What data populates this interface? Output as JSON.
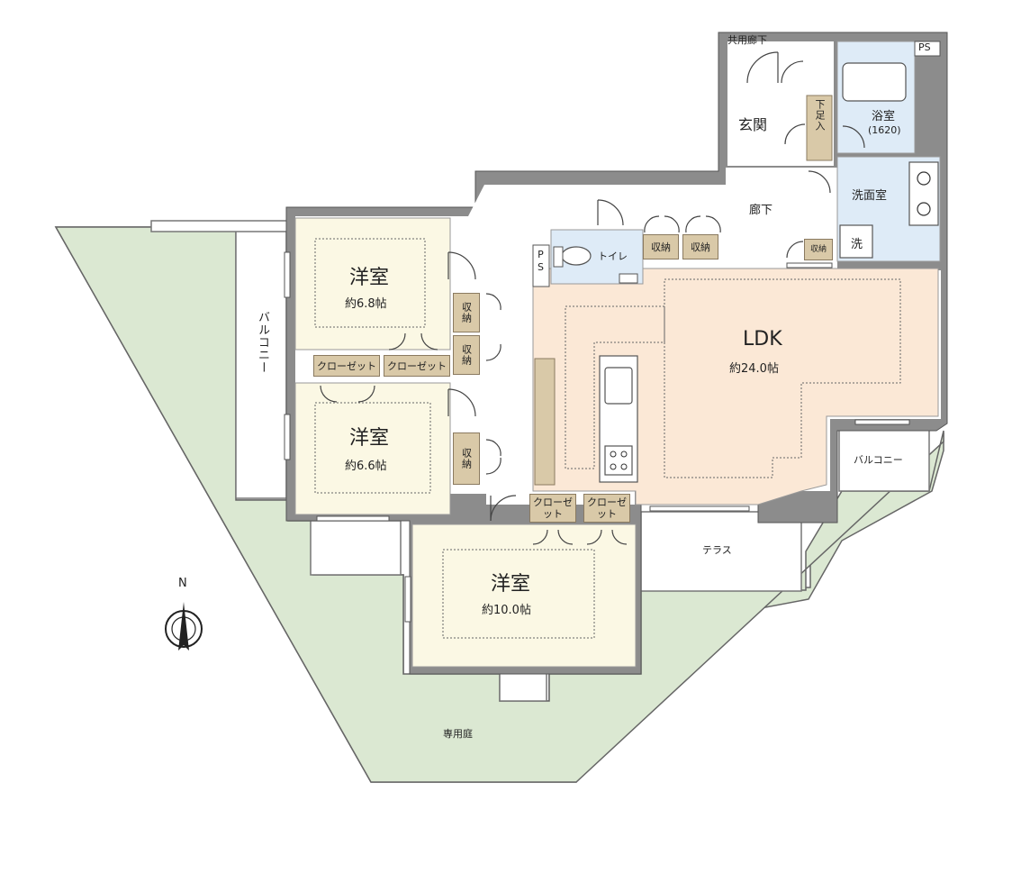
{
  "rooms": {
    "western_1": {
      "name": "洋室",
      "size": "約6.8帖"
    },
    "western_2": {
      "name": "洋室",
      "size": "約6.6帖"
    },
    "western_3": {
      "name": "洋室",
      "size": "約10.0帖"
    },
    "ldk": {
      "name": "LDK",
      "size": "約24.0帖"
    },
    "entrance": {
      "name": "玄関"
    },
    "bath": {
      "name": "浴室",
      "size": "(1620)"
    },
    "washroom": {
      "name": "洗面室"
    },
    "hallway": {
      "name": "廊下"
    },
    "toilet": {
      "name": "トイレ"
    }
  },
  "labels": {
    "shared_corridor": "共用廊下",
    "shoe_storage": "下足入",
    "ps_top": "PS",
    "ps_left": "PS",
    "washer": "洗",
    "storage": "収納",
    "closet": "クローゼット",
    "closet_short": "クローゼット",
    "balcony_west": "バルコニー",
    "balcony_east": "バルコニー",
    "terrace": "テラス",
    "private_garden": "専用庭",
    "north": "N"
  },
  "colors": {
    "garden": "#dbe8d2",
    "western": "#fbf8e4",
    "ldk": "#fbe8d6",
    "wet": "#deebf7",
    "wall": "#8c8c8c",
    "storage": "#d9c9a8"
  }
}
